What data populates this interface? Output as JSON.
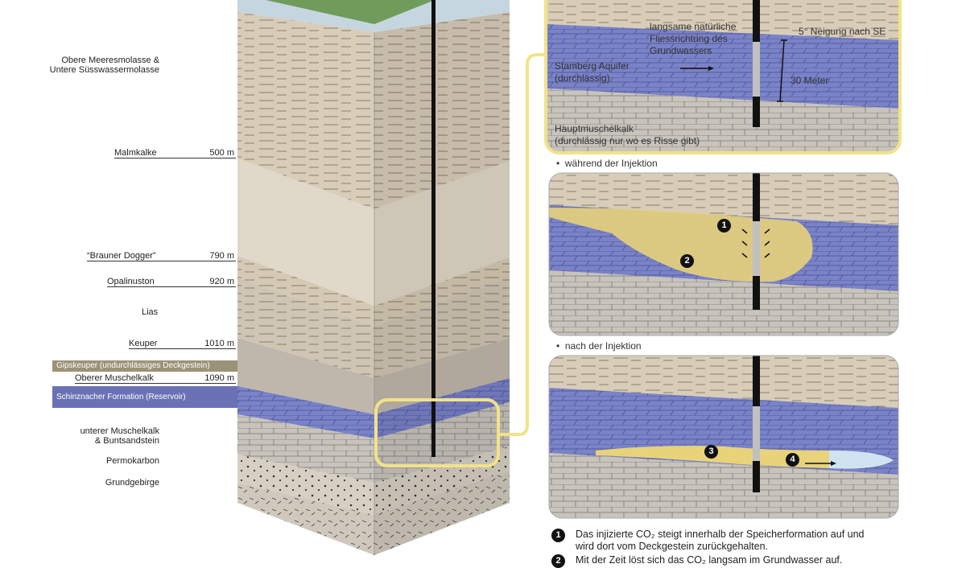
{
  "column_labels": {
    "molasse_1": "Obere Meeresmolasse &",
    "molasse_2": "Untere Süsswassermolasse",
    "malm": "Malmkalke",
    "malm_depth": "500 m",
    "dogger": "“Brauner Dogger”",
    "dogger_depth": "790 m",
    "opalinus": "Opalinuston",
    "opalinus_depth": "920 m",
    "lias": "Lias",
    "keuper": "Keuper",
    "keuper_depth": "1010 m",
    "gipskeuper": "Gipskeuper (undurchlässiges Deckgestein)",
    "oberer_muschelkalk": "Oberer Muschelkalk",
    "muschelkalk_depth": "1090 m",
    "schinznacher": "Schinznacher Formation (Reservoir)",
    "unterer_1": "unterer Muschelkalk",
    "unterer_2": "& Buntsandstein",
    "permokarbon": "Permokarbon",
    "grundgebirge": "Grundgebirge"
  },
  "panel_detail": {
    "flow_1": "langsame natürliche",
    "flow_2": "Fliessrichtung des",
    "flow_3": "Grundwassers",
    "dip": "5° Neigung nach SE",
    "aquifer_1": "Stamberg Aquifer",
    "aquifer_2": "(durchlässig)",
    "thickness": "30 Meter",
    "hauptmuschelkalk_1": "Hauptmuschelkalk",
    "hauptmuschelkalk_2": "(durchlässig nur wo es Risse gibt)"
  },
  "panel_during": {
    "heading": "während der Injektion",
    "bullet": "•",
    "marker_1": "1",
    "marker_2": "2"
  },
  "panel_after": {
    "heading": "nach der Injektion",
    "bullet": "•",
    "marker_3": "3",
    "marker_4": "4"
  },
  "legend": [
    {
      "num": "1",
      "line1": "Das injizierte CO₂ steigt innerhalb der Speicherformation auf und",
      "line2": "wird dort vom Deckgestein zurückgehalten."
    },
    {
      "num": "2",
      "line1": "Mit der Zeit löst sich das CO₂ langsam im Grundwasser auf."
    }
  ],
  "colors": {
    "highlight": "#f2e28a",
    "aquifer": "#7a82c8",
    "shale": "#d8ccb8",
    "limestone": "#c8c4bc",
    "co2": "#e8d27a"
  }
}
